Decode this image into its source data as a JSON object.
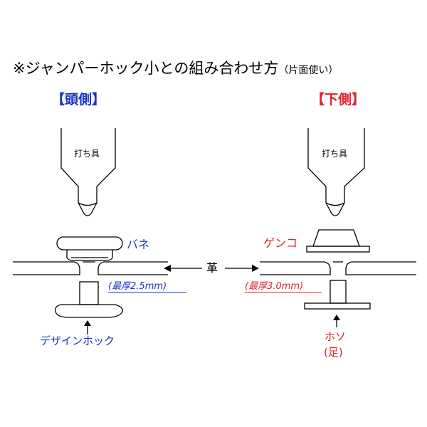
{
  "title": {
    "main": "※ジャンパーホック小との組み合わせ方",
    "sub": "（片面使い）"
  },
  "left": {
    "heading": "【頭側】",
    "tool": "打ち具",
    "top_part": "バネ",
    "thickness": "(最厚2.5mm)",
    "bottom_part": "デザインホック"
  },
  "right": {
    "heading": "【下側】",
    "tool": "打ち具",
    "top_part": "ゲンコ",
    "thickness": "(最厚3.0mm)",
    "bottom_part_line1": "ホソ",
    "bottom_part_line2": "(足)"
  },
  "center": {
    "leather": "革"
  },
  "colors": {
    "left_accent": "#1a33c6",
    "right_accent": "#e0222a",
    "line": "#000000"
  }
}
